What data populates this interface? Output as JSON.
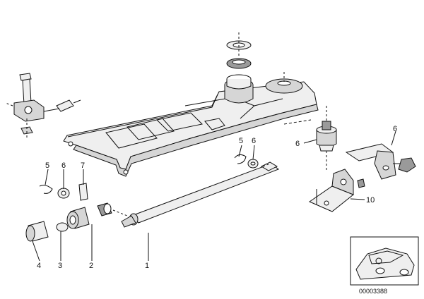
{
  "diagram_id": "00003388",
  "callouts": {
    "c1": "1",
    "c2": "2",
    "c3": "3",
    "c4": "4",
    "c5a": "5",
    "c5b": "5",
    "c6a": "6",
    "c6b": "6",
    "c6c": "6",
    "c6d": "6",
    "c7": "7",
    "c10": "10"
  }
}
